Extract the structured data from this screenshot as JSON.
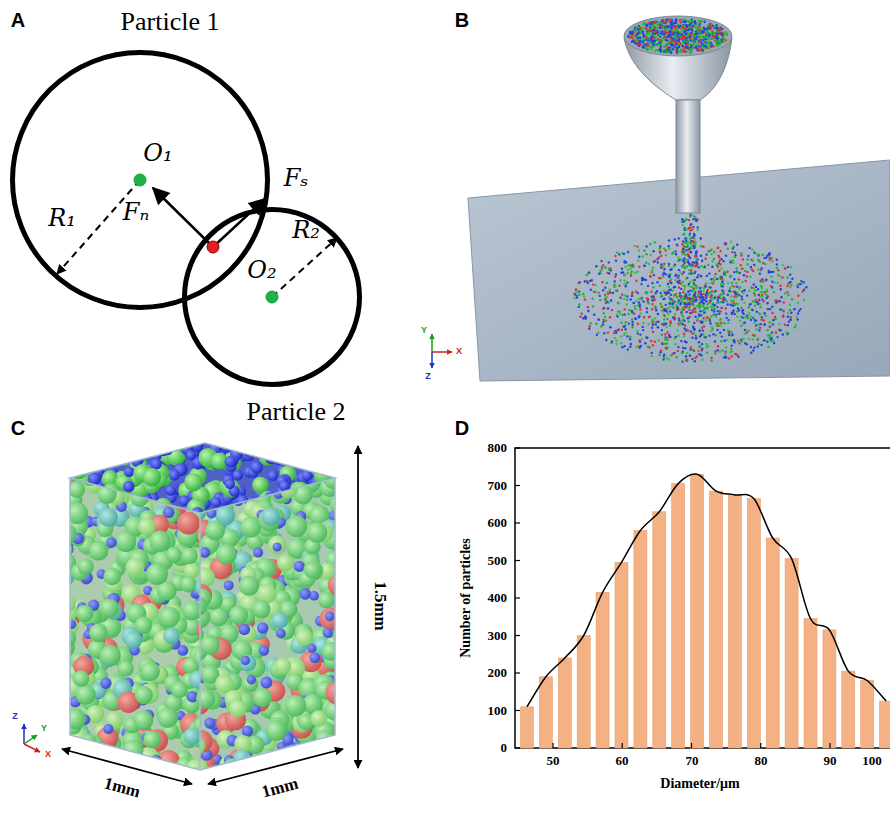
{
  "diagram": {
    "nodes": [
      {
        "text": [
          "Particle 1",
          "O₁",
          "R₁"
        ]
      },
      {
        "text": [
          "Particle 2",
          "O₂",
          "R₂"
        ]
      }
    ],
    "labels": [
      "A",
      "B",
      "C",
      "D",
      "Fₙ",
      "Fₛ",
      "Y",
      "X",
      "Z",
      "Z",
      "Y",
      "X",
      "1.5mm",
      "1mm",
      "1mm",
      "0",
      "100",
      "200",
      "300",
      "400",
      "500",
      "600",
      "700",
      "800",
      "50",
      "60",
      "70",
      "80",
      "90",
      "100",
      "Number of particles",
      "Diameter/μm"
    ]
  }
}
